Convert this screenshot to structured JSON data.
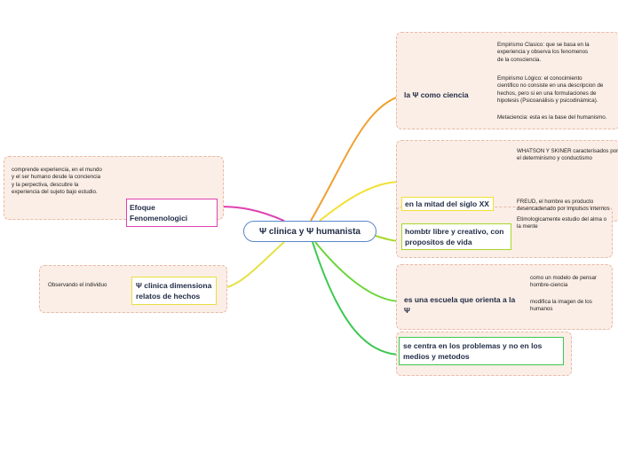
{
  "central": "Ψ clinica y Ψ humanista",
  "branches": {
    "ciencia": {
      "title": "la Ψ como ciencia",
      "color": "#f0a030",
      "items": [
        "Empirismo Clasico: que se basa en la experiencia y observa los fenomenos de la consciencia.",
        "Empirismo Lógico: el conocimiento cientifico no consiste en una descripcion de hechos, pero si en una formulaciones de hipotesis (Psicoanálisis y psicodinámica).",
        "Metaciencia: esta es la base del humanismo."
      ]
    },
    "siglo": {
      "title": "en la mitad del siglo XX",
      "color": "#f2e030",
      "items": [
        "WHATSON Y SKINER caracterisados por el determinismo y conductismo",
        "FREUD, el hombre es producto desencadenado por impulsos internos"
      ]
    },
    "hombre": {
      "title": "hombtr libre y creativo, con propositos de vida",
      "color": "#a6d82a",
      "items": [
        "Etimologicamente estudio del alma o la mente"
      ]
    },
    "escuela": {
      "title": "es una escuela que orienta a la Ψ",
      "color": "#6ad63a",
      "items": [
        "como un modelo de pensar hombre-ciencia",
        "modifica la imagen de los humanos"
      ]
    },
    "problemas": {
      "title": "se centra en los problemas y no en los medios y metodos",
      "color": "#3cc850"
    },
    "fenomenologico": {
      "title": "Efoque Fenomenologici",
      "color": "#e040b0",
      "items": [
        "comprende experiencia, en el mundo y el ser humano desde la conciencia y la perpectiva, descubre la experiencia del sujeto bajo estudio."
      ]
    },
    "dimensiona": {
      "title": "Ψ clinica dimensiona relatos de hechos",
      "color": "#e6e040",
      "items": [
        "Observando el individuo"
      ]
    }
  }
}
